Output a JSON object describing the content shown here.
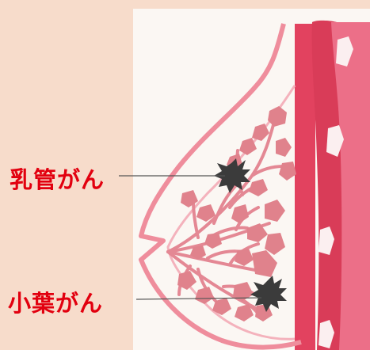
{
  "labels": {
    "ductal": "乳管がん",
    "lobular": "小葉がん"
  },
  "colors": {
    "page_background": "#f7dccb",
    "panel_background": "#fbf7f3",
    "breast_outline": "#ef8d9c",
    "lobule_fill": "#e0828c",
    "chest_wall_dark": "#d93c58",
    "chest_wall_light": "#ec6f88",
    "tumor": "#3b3b3b",
    "label_text": "#e2000f",
    "leader_line": "#555555"
  },
  "icons": {
    "tumor_marker": "dark-starburst"
  }
}
